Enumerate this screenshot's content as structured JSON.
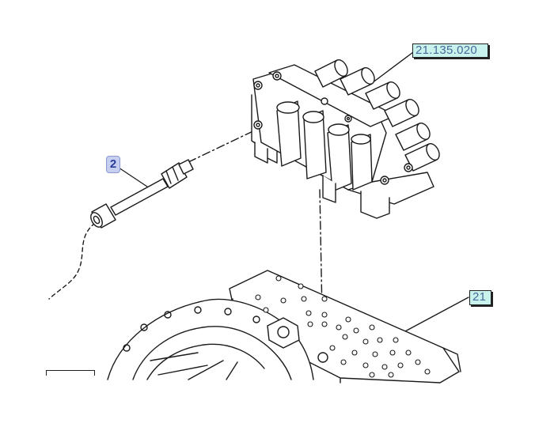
{
  "diagram": {
    "callout_number": "2",
    "reference_top_right": "21.135.020",
    "reference_right": "21"
  }
}
